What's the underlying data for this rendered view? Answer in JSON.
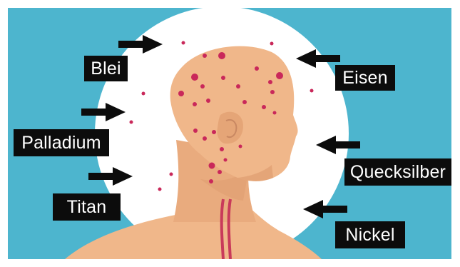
{
  "illustration": {
    "colors": {
      "background": "#4db5ce",
      "halo": "#ffffff",
      "skin": "#f0b78a",
      "skin_shade": "#dc9a6c",
      "spots": "#c9285a",
      "vein": "#c93a5a",
      "label_bg": "#0c0c0c",
      "label_text": "#ffffff",
      "arrow": "#0c0c0c"
    }
  },
  "labels": {
    "blei": "Blei",
    "eisen": "Eisen",
    "palladium": "Palladium",
    "quecksilber": "Quecksilber",
    "titan": "Titan",
    "nickel": "Nickel"
  },
  "icons": {
    "arrow": "arrow-icon"
  }
}
